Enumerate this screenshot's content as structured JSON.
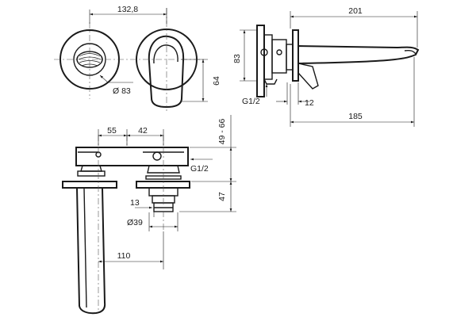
{
  "colors": {
    "line": "#1a1a1a",
    "background": "#ffffff"
  },
  "labels": {
    "top_width": "132,8",
    "rosette_diameter": "Ø 83",
    "lever_height": "64",
    "side_height": "83",
    "side_length": "201",
    "side_thread": "G1/2",
    "side_wall": "12",
    "side_reach": "185",
    "front_a": "55",
    "front_b": "42",
    "front_range": "49 - 66",
    "front_thread": "G1/2",
    "front_depth": "47",
    "front_small": "13",
    "front_diameter": "Ø39",
    "front_spout": "110"
  }
}
